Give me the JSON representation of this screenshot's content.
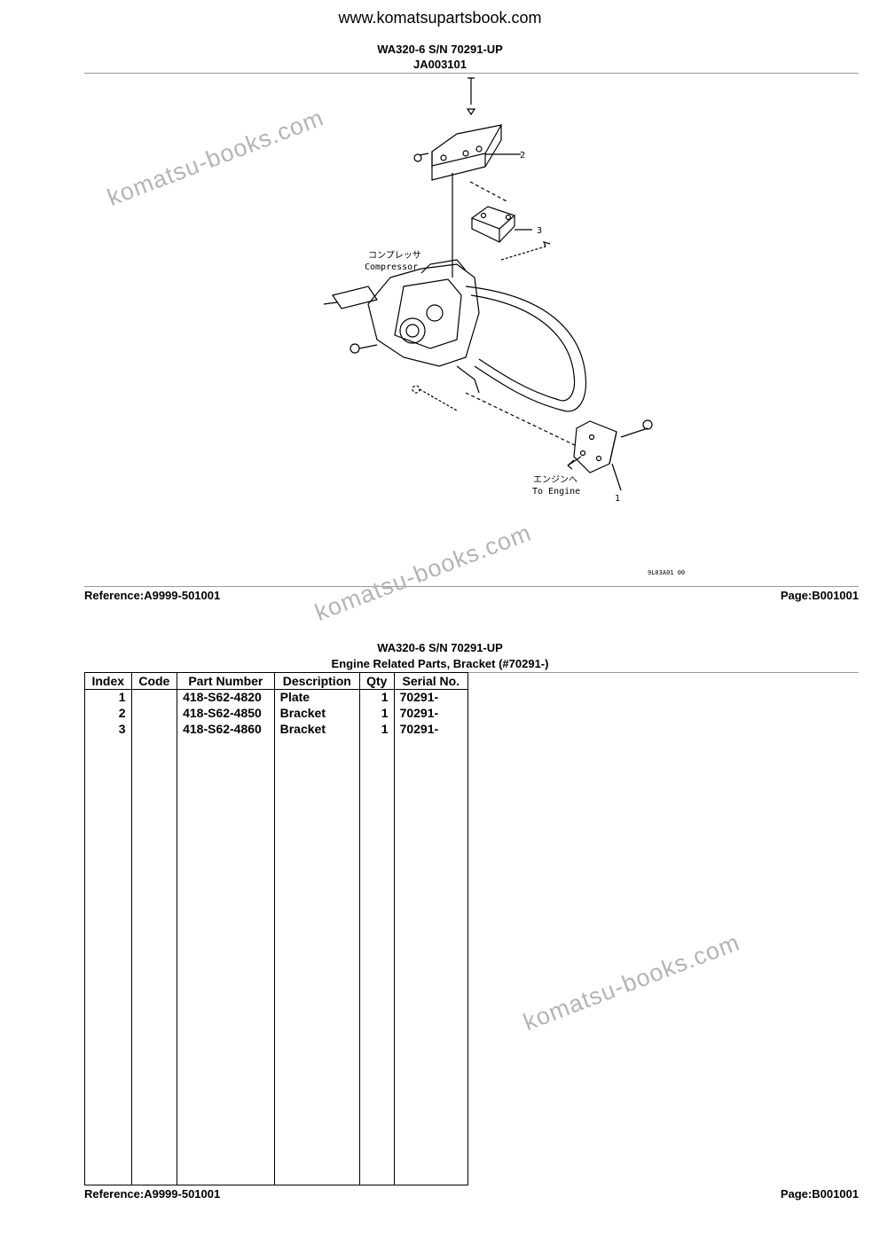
{
  "site_url": "www.komatsupartsbook.com",
  "top_section": {
    "model_line": "WA320-6 S/N 70291-UP",
    "illustration_code": "JA003101",
    "diagram_labels": {
      "callout_1": "1",
      "callout_2": "2",
      "callout_3": "3",
      "compressor_jp": "コンプレッサ",
      "compressor_en": "Compressor",
      "engine_jp": "エンジンへ",
      "engine_en": "To Engine",
      "drawing_no": "9L03A01 00"
    },
    "reference": "Reference:A9999-501001",
    "page": "Page:B001001"
  },
  "bottom_section": {
    "model_line": "WA320-6 S/N 70291-UP",
    "group_title": "Engine Related Parts, Bracket (#70291-)",
    "table": {
      "headers": [
        "Index",
        "Code",
        "Part Number",
        "Description",
        "Qty",
        "Serial No."
      ],
      "rows": [
        {
          "index": "1",
          "code": "",
          "part_number": "418-S62-4820",
          "description": "Plate",
          "qty": "1",
          "serial": "70291-"
        },
        {
          "index": "2",
          "code": "",
          "part_number": "418-S62-4850",
          "description": "Bracket",
          "qty": "1",
          "serial": "70291-"
        },
        {
          "index": "3",
          "code": "",
          "part_number": "418-S62-4860",
          "description": "Bracket",
          "qty": "1",
          "serial": "70291-"
        }
      ]
    },
    "reference": "Reference:A9999-501001",
    "page": "Page:B001001"
  },
  "watermarks": [
    "komatsu-books.com",
    "komatsu-books.com",
    "komatsu-books.com"
  ]
}
